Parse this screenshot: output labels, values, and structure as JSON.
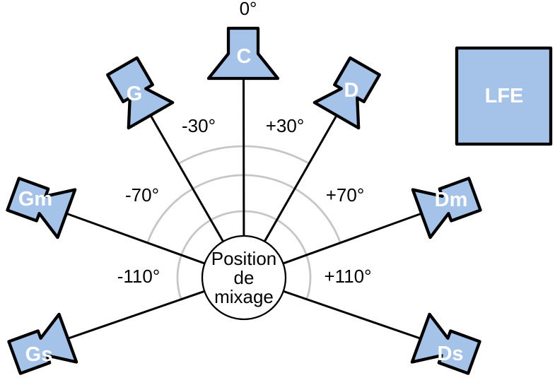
{
  "diagram": {
    "description": "Surround speaker placement around the mixing position",
    "center": {
      "lines": [
        "Position",
        "de",
        "mixage"
      ]
    },
    "speakers": [
      {
        "id": "c",
        "label": "C",
        "angle": "0°"
      },
      {
        "id": "g",
        "label": "G",
        "angle": "-30°"
      },
      {
        "id": "d",
        "label": "D",
        "angle": "+30°"
      },
      {
        "id": "gm",
        "label": "Gm",
        "angle": "-70°"
      },
      {
        "id": "dm",
        "label": "Dm",
        "angle": "+70°"
      },
      {
        "id": "gs",
        "label": "Gs",
        "angle": "-110°"
      },
      {
        "id": "ds",
        "label": "Ds",
        "angle": "+110°"
      }
    ],
    "lfe": {
      "label": "LFE"
    },
    "colors": {
      "speaker_fill": "#a5c2e8",
      "outline": "#000000",
      "arc_gray": "#c6c6c6",
      "speaker_label_text": "#ffffff",
      "background": "#ffffff"
    }
  }
}
